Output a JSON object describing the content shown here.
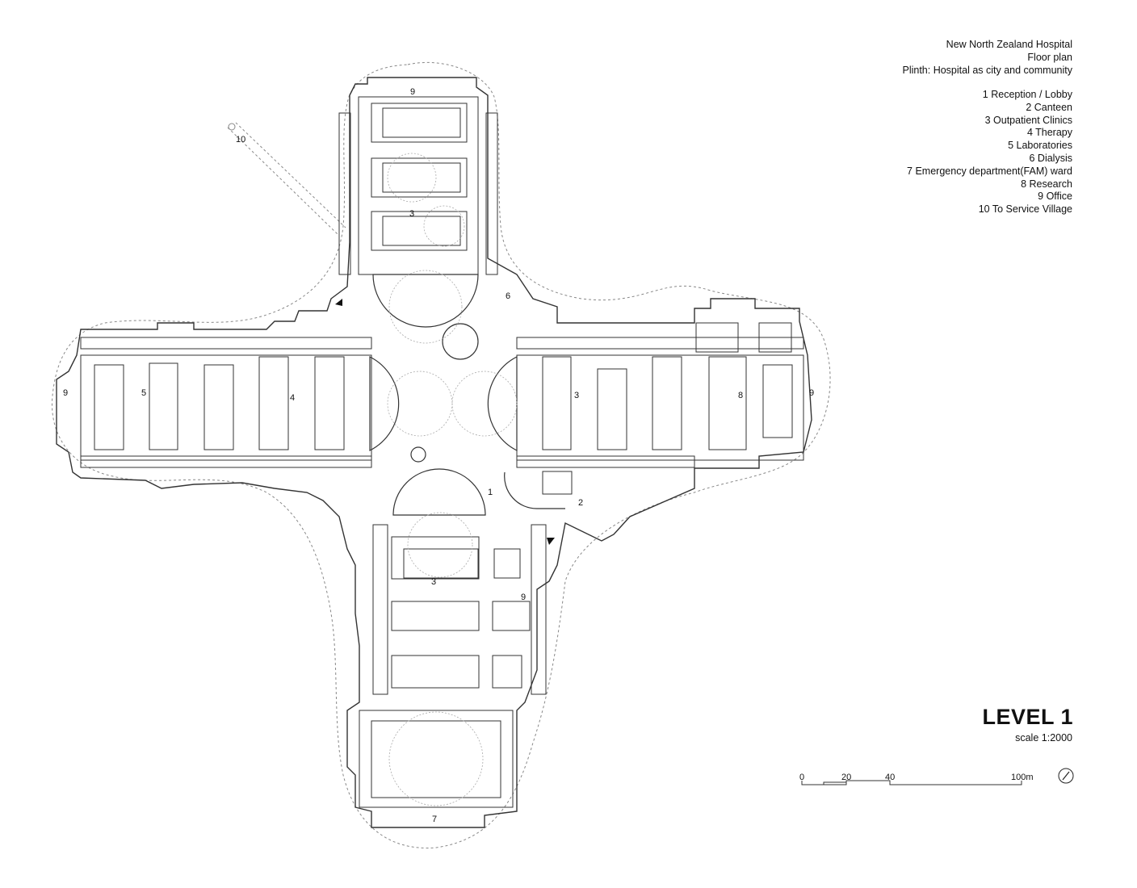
{
  "header": {
    "project": "New North Zealand Hospital",
    "drawing_type": "Floor plan",
    "subtitle": "Plinth: Hospital as city and community"
  },
  "legend": [
    "1 Reception / Lobby",
    "2 Canteen",
    "3 Outpatient Clinics",
    "4 Therapy",
    "5 Laboratories",
    "6 Dialysis",
    "7 Emergency department(FAM) ward",
    "8 Research",
    "9 Office",
    "10 To Service Village"
  ],
  "plan_labels": {
    "reception": "1",
    "canteen": "2",
    "outpatient_north": "3",
    "outpatient_east": "3",
    "outpatient_south": "3",
    "therapy": "4",
    "laboratories": "5",
    "dialysis": "6",
    "emergency": "7",
    "research": "8",
    "office_north": "9",
    "office_west": "9",
    "office_east": "9",
    "office_south": "9",
    "service_village": "10"
  },
  "level": {
    "title": "LEVEL 1",
    "scale": "scale 1:2000"
  },
  "scalebar": {
    "labels": [
      "0",
      "20",
      "40",
      "100m"
    ]
  },
  "icons": {
    "north_arrow": "north-arrow-icon",
    "entrance": "entrance-arrow-icon"
  },
  "colors": {
    "line": "#333333",
    "dashed_outline": "#888888",
    "background": "#ffffff"
  }
}
